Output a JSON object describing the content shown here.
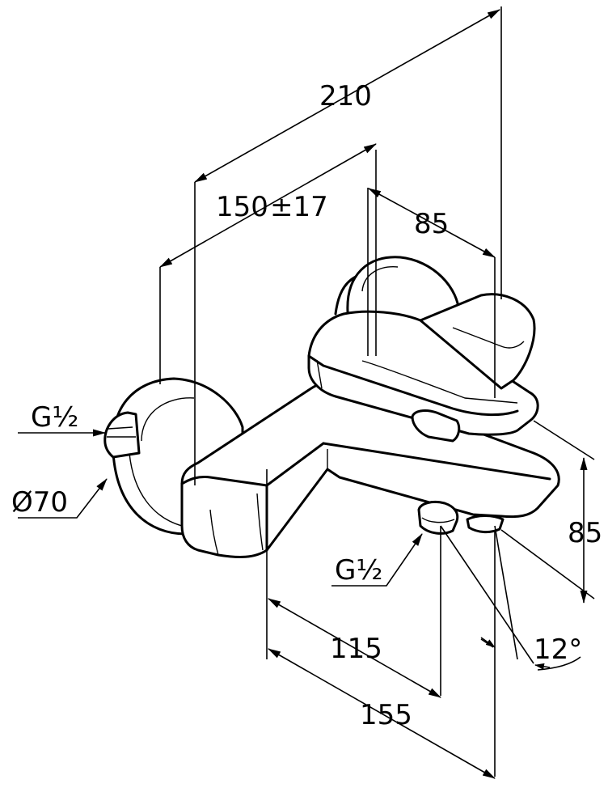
{
  "diagram": {
    "line_color": "#000000",
    "background": "#ffffff",
    "dimensions": {
      "overall_depth": "210",
      "wall_to_outlet": "150",
      "wall_to_outlet_tolerance": "±17",
      "handle_length": "85",
      "height": "85",
      "spout_offset": "115",
      "spout_length": "155",
      "spout_angle": "12°"
    },
    "callouts": {
      "inlet_thread": "G½",
      "escutcheon_diameter": "Ø70",
      "outlet_thread": "G½"
    }
  }
}
